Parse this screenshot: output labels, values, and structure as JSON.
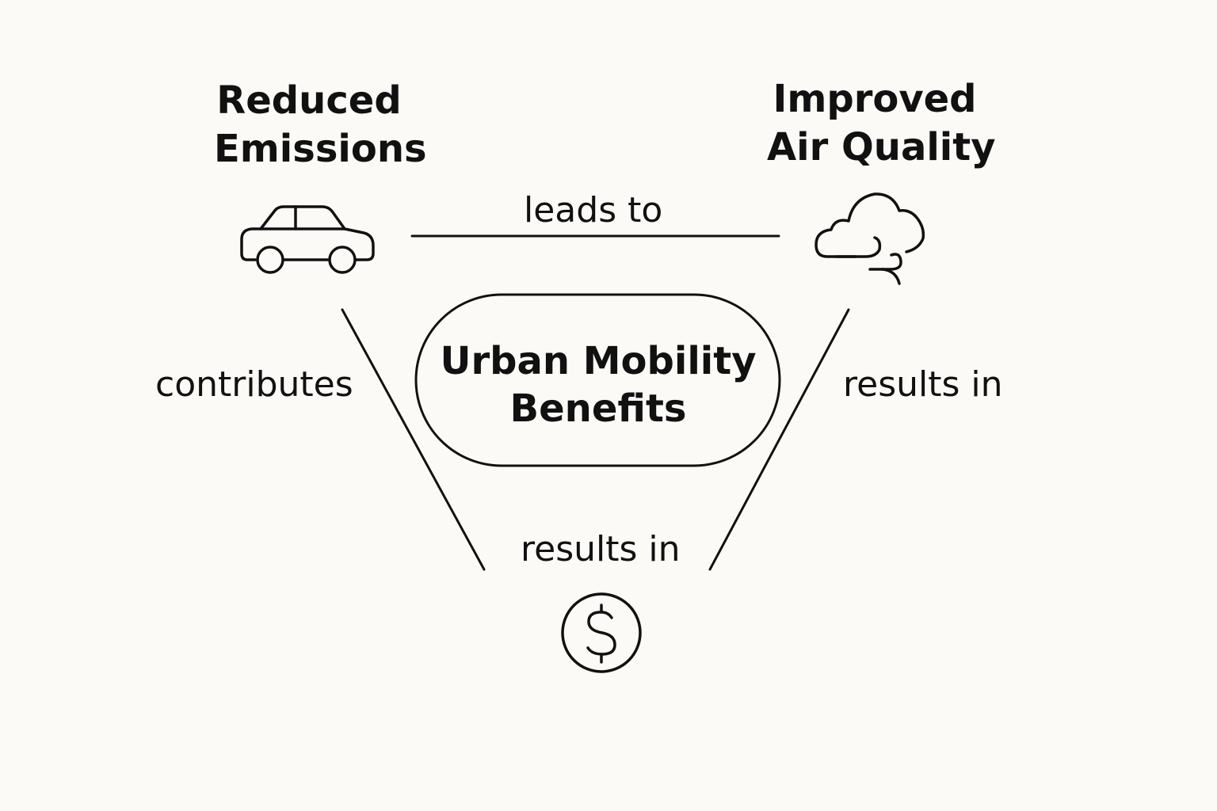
{
  "nodes": {
    "reduced_emissions": {
      "title_line1": "Reduced",
      "title_line2": "Emissions",
      "icon": "car-icon"
    },
    "improved_air_quality": {
      "title_line1": "Improved",
      "title_line2": "Air Quality",
      "icon": "cloud-icon"
    },
    "cost_savings": {
      "icon": "dollar-icon"
    },
    "center": {
      "line1": "Urban Mobility",
      "line2": "Benefits"
    }
  },
  "edges": {
    "top": "leads to",
    "left": "contributes",
    "right": "results in",
    "bottom": "results in"
  },
  "colors": {
    "background": "#fbfaf7",
    "stroke": "#111111"
  }
}
